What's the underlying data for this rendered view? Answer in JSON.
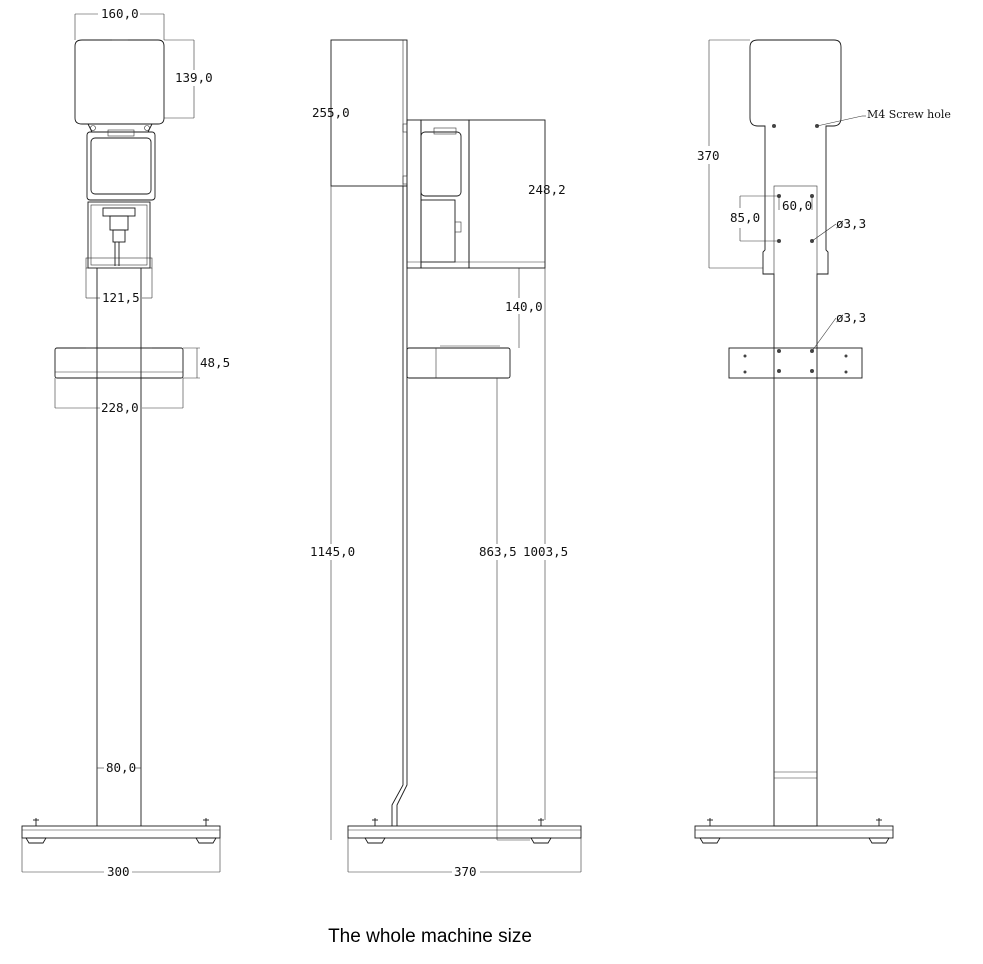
{
  "caption": "The whole machine size",
  "front_view": {
    "dims": [
      "160,0",
      "139,0",
      "121,5",
      "48,5",
      "228,0",
      "80,0",
      "300"
    ]
  },
  "side_view": {
    "dims": [
      "255,0",
      "248,2",
      "140,0",
      "1145,0",
      "863,5",
      "1003,5",
      "370"
    ]
  },
  "back_view": {
    "dims": [
      "370",
      "60,0",
      "85,0"
    ],
    "hole_note": "M4  Screw hole",
    "hole_dia_1": "ø3,3",
    "hole_dia_2": "ø3,3"
  },
  "colors": {
    "line": "#1a1a1a",
    "background": "#ffffff"
  }
}
